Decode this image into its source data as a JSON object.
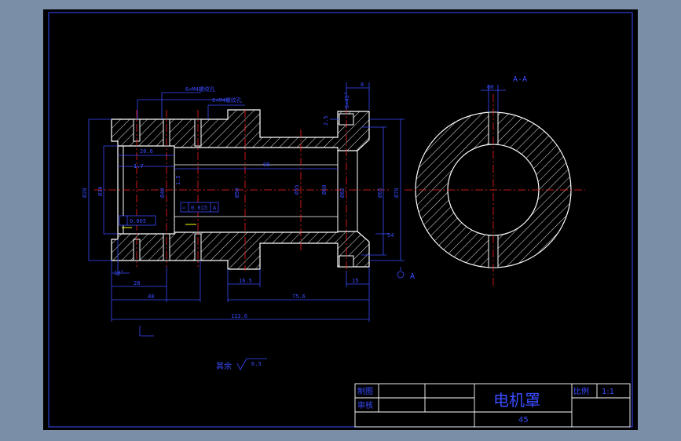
{
  "drawing": {
    "section_label": "A-A",
    "view_marker": "A",
    "tolerance_flatness": "0.015",
    "tolerance_symbol": "⌓",
    "tolerance_ref": "A",
    "tolerance_perp": "0.005",
    "note_surface": "其余",
    "note_roughness": "6.3"
  },
  "dimensions": {
    "holes_top": "6×M4螺纹孔",
    "holes_mid": "6×M4螺纹孔",
    "d_top_right": "8",
    "d_6x": "6×45°",
    "d_20_6": "20.6",
    "d_1_7": "1.7",
    "d_98": "98",
    "d_1_5": "1.5",
    "d_13": "13°",
    "d_28": "28",
    "d_48": "48",
    "d_16_5": "16.5",
    "d_75_6": "75.6",
    "d_15": "15",
    "d_122_6": "122.6",
    "d_54": "54",
    "d_right_top": "2.5",
    "d_phi_left": "Ø20",
    "d_phi_1": "Ø30",
    "d_phi_2": "Ø40",
    "d_phi_3": "Ø50",
    "d_phi_4": "Ø55",
    "d_phi_5": "Ø60",
    "d_phi_6": "Ø62",
    "d_phi_7": "Ø65",
    "d_phi_8": "Ø70",
    "d_section_top": "6H"
  },
  "title_block": {
    "drawn_label": "制图",
    "checked_label": "审核",
    "part_name": "电机罩",
    "scale_label": "比例",
    "scale_value": "1:1",
    "material": "45"
  },
  "colors": {
    "frame_bg": "#000000",
    "outline": "#ffffff",
    "dimension": "#3a4cff",
    "centerline": "#ff2020",
    "hatch": "#ffffff",
    "highlight": "#ffff00"
  }
}
